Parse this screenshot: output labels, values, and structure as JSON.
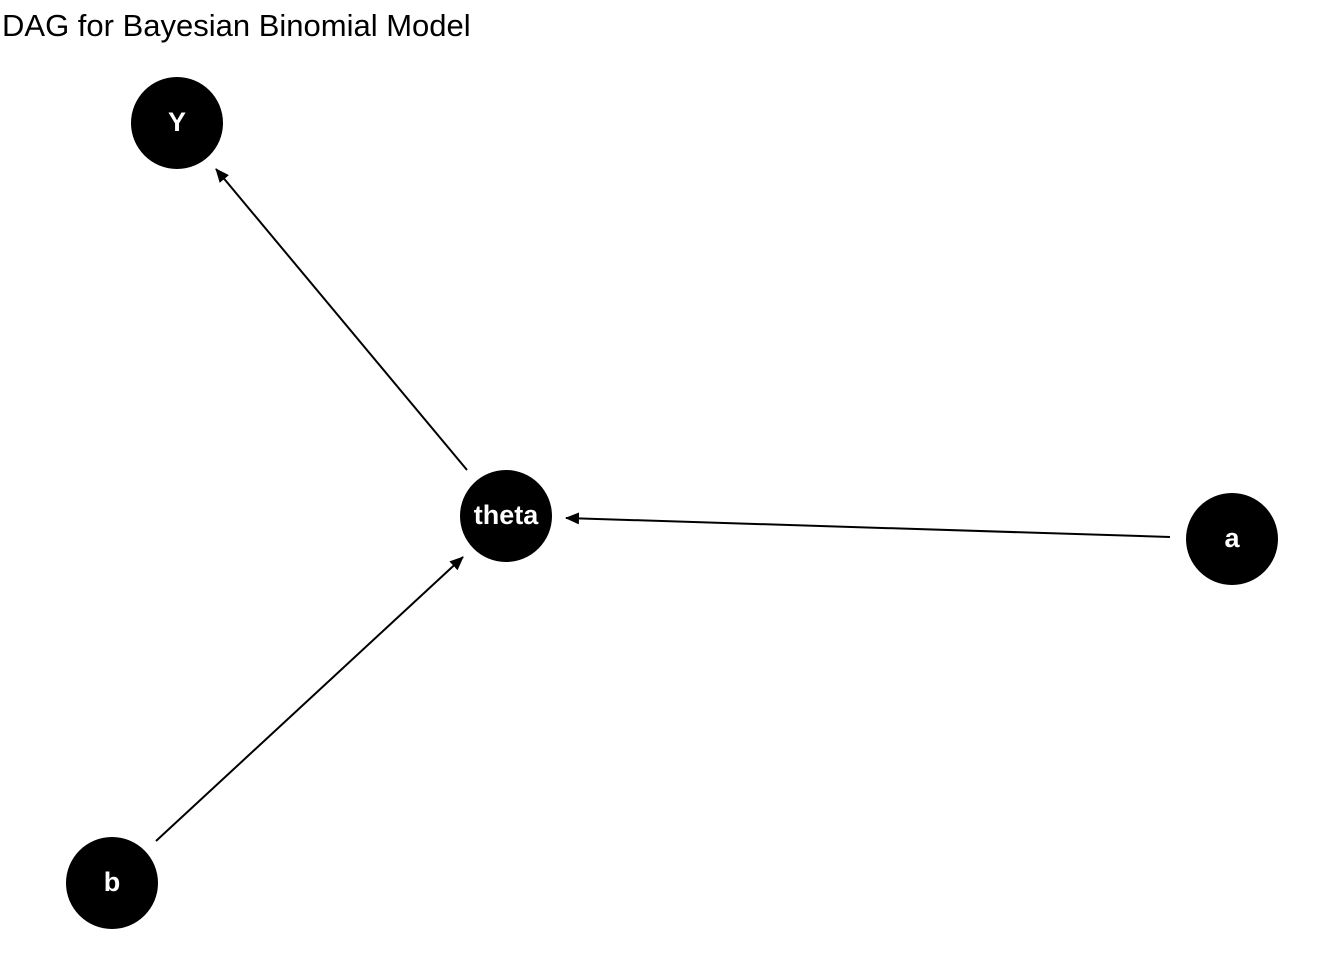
{
  "title": "DAG for Bayesian Binomial Model",
  "colors": {
    "node_fill": "#000000",
    "node_text": "#ffffff",
    "edge": "#000000",
    "background": "#ffffff"
  },
  "nodes": [
    {
      "id": "Y",
      "label": "Y"
    },
    {
      "id": "theta",
      "label": "theta"
    },
    {
      "id": "a",
      "label": "a"
    },
    {
      "id": "b",
      "label": "b"
    }
  ],
  "edges": [
    {
      "from": "theta",
      "to": "Y"
    },
    {
      "from": "a",
      "to": "theta"
    },
    {
      "from": "b",
      "to": "theta"
    }
  ]
}
